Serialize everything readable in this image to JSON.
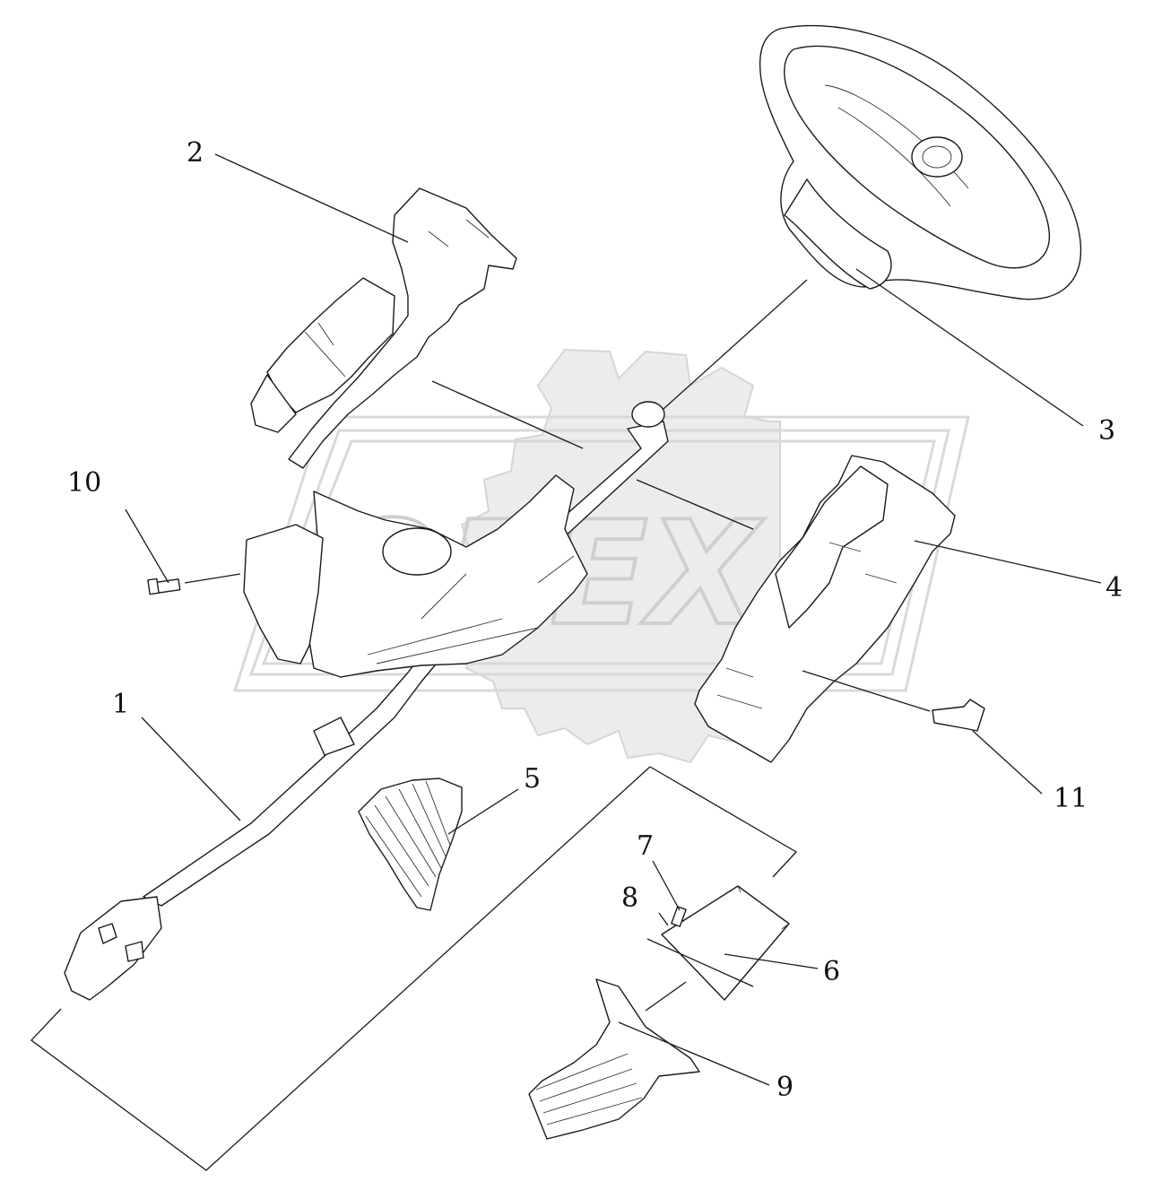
{
  "watermark": {
    "text": "OPEX"
  },
  "callouts": [
    {
      "id": "1",
      "text": "1"
    },
    {
      "id": "2",
      "text": "2"
    },
    {
      "id": "3",
      "text": "3"
    },
    {
      "id": "4",
      "text": "4"
    },
    {
      "id": "5",
      "text": "5"
    },
    {
      "id": "6",
      "text": "6"
    },
    {
      "id": "7",
      "text": "7"
    },
    {
      "id": "8",
      "text": "8"
    },
    {
      "id": "9",
      "text": "9"
    },
    {
      "id": "10",
      "text": "10"
    },
    {
      "id": "11",
      "text": "11"
    }
  ]
}
